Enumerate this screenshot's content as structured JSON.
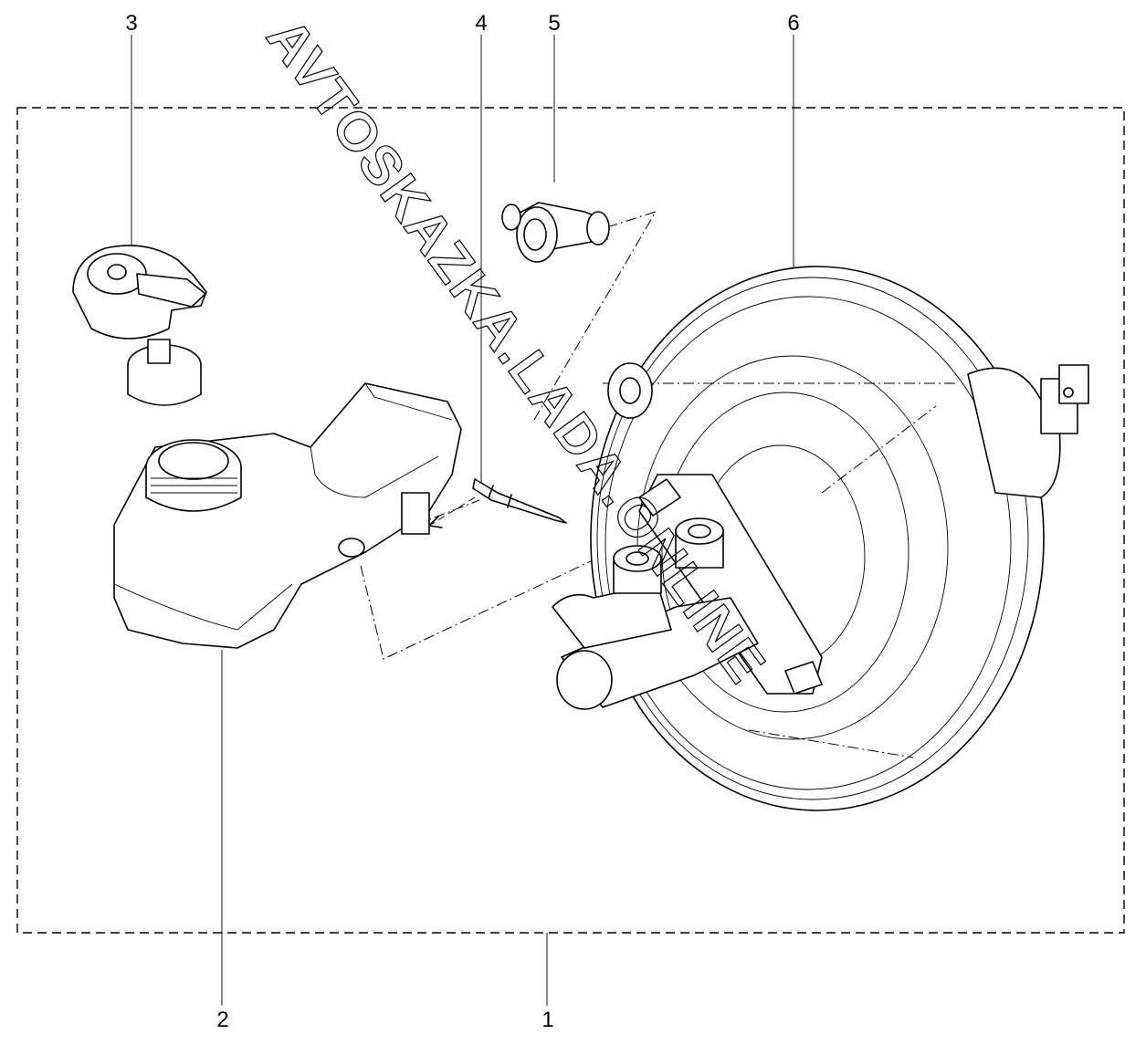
{
  "callouts": {
    "c1": "1",
    "c2": "2",
    "c3": "3",
    "c4": "4",
    "c5": "5",
    "c6": "6"
  },
  "watermark": "AVTOSKAZKA.LADA.ONLINE"
}
